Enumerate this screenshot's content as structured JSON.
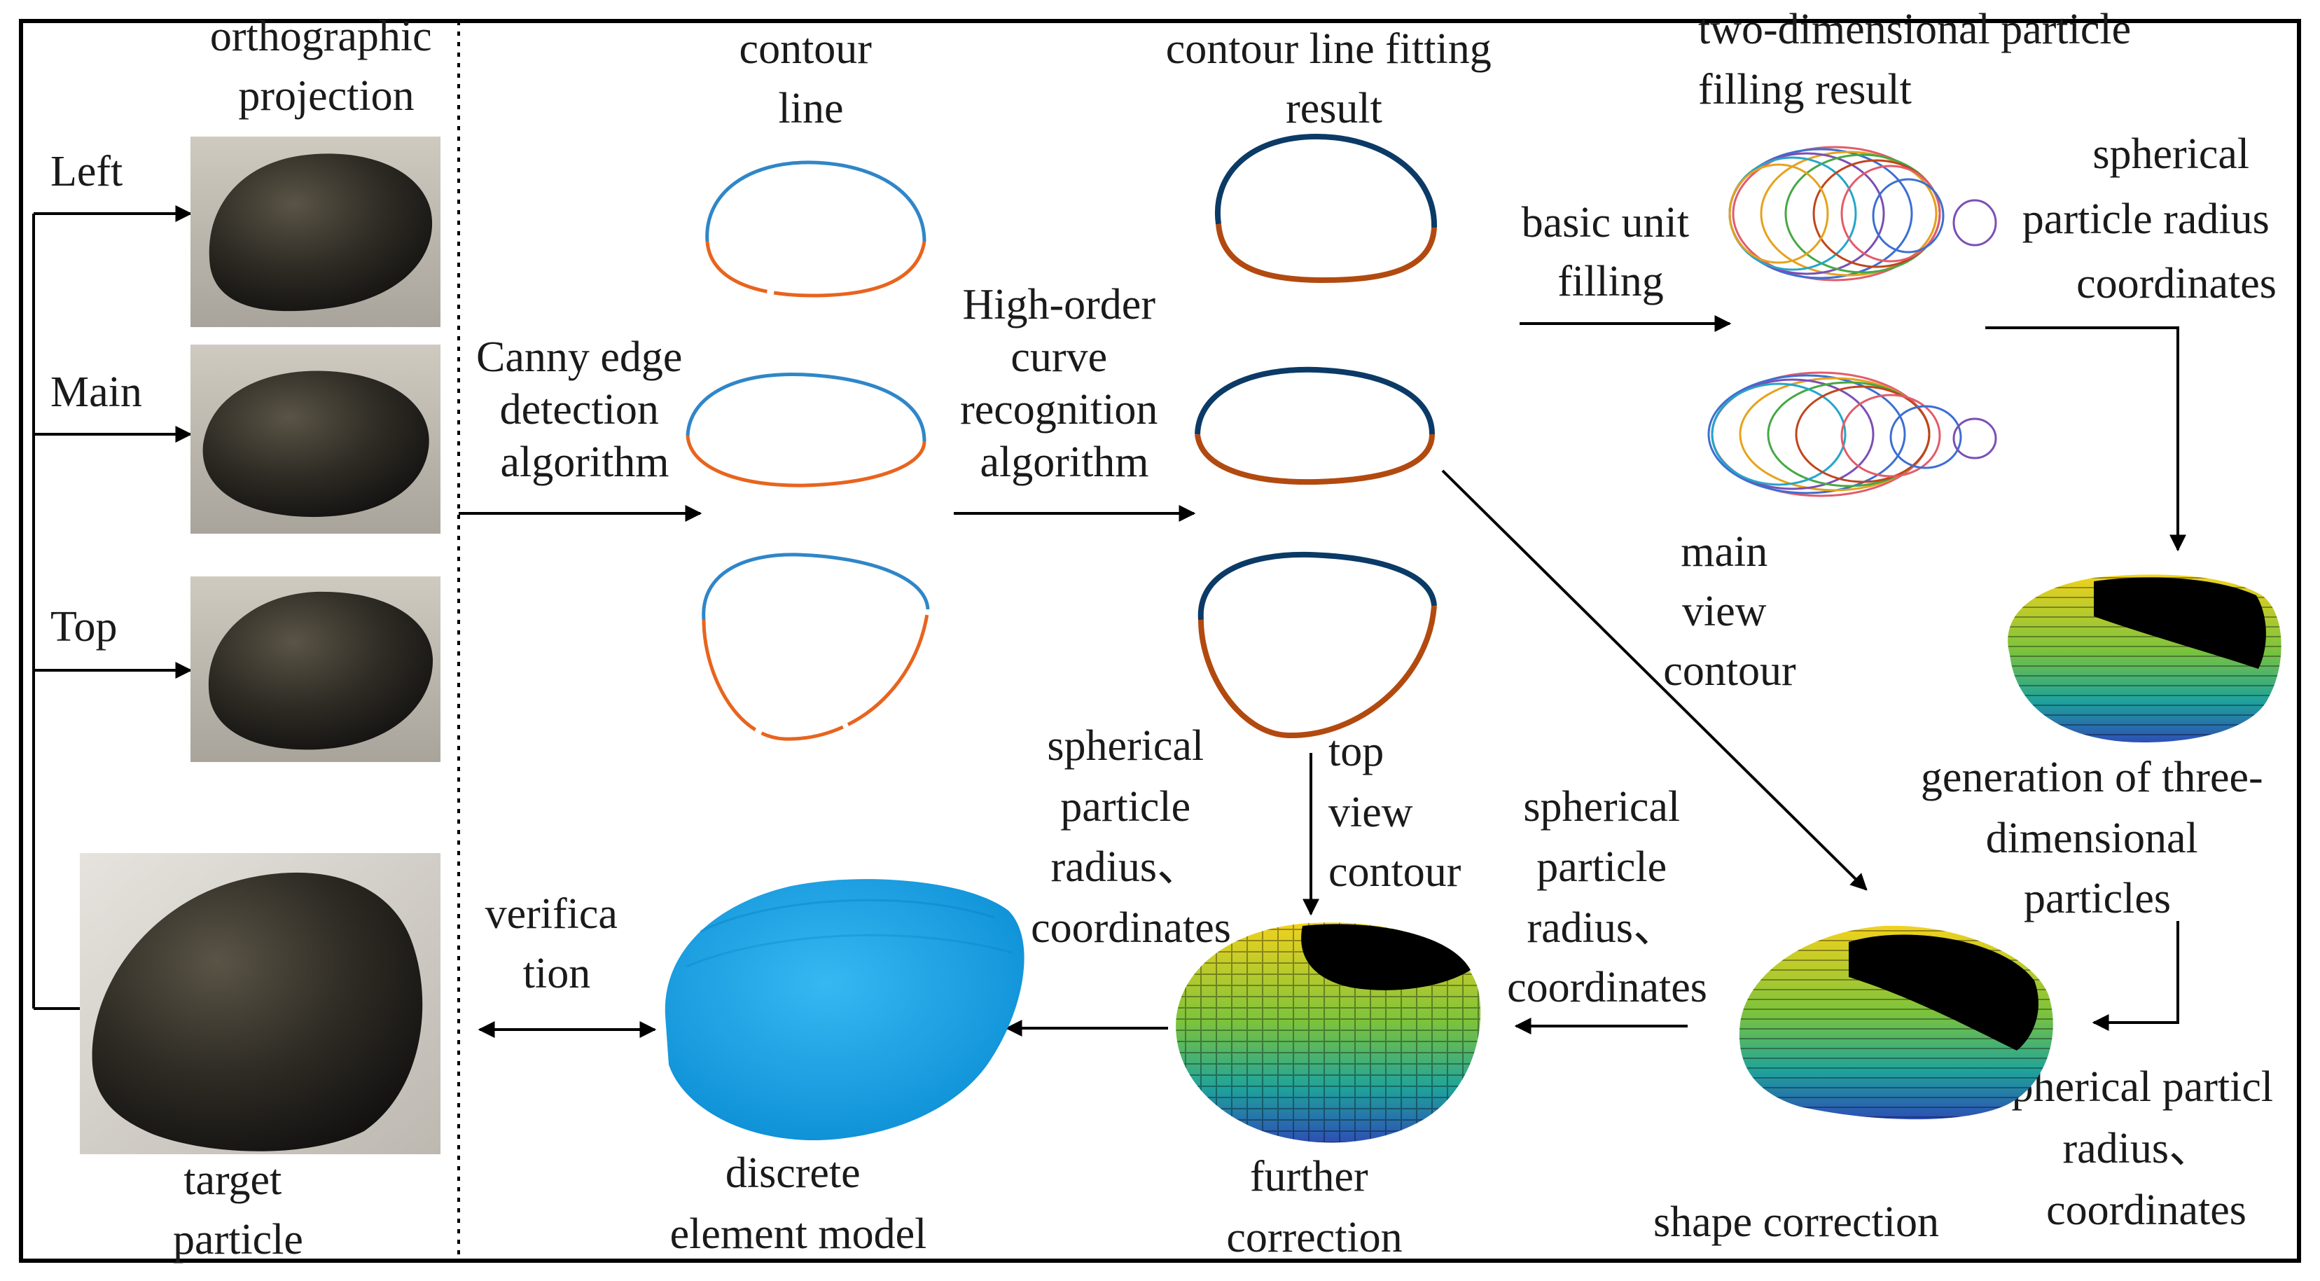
{
  "photo_panel": {
    "orthographic_lines": [
      "orthographic",
      "projection"
    ],
    "view_labels": {
      "left": "Left",
      "main": "Main",
      "top": "Top"
    },
    "target_lines": [
      "target",
      "particle"
    ]
  },
  "contour_column": {
    "title_lines": [
      "contour",
      "line"
    ]
  },
  "fitting_column": {
    "title_lines": [
      "contour line fitting",
      "result"
    ]
  },
  "filling_column": {
    "title_lines": [
      "two-dimensional particle",
      "filling result"
    ],
    "main_view_lines": [
      "main",
      "view",
      "contour"
    ]
  },
  "step_labels": {
    "canny": [
      "Canny edge",
      "detection",
      "algorithm"
    ],
    "high_order": [
      "High-order",
      "curve",
      "recognition",
      "algorithm"
    ],
    "basic_unit": [
      "basic unit",
      "filling"
    ],
    "radius_coords_1": [
      "spherical",
      "particle radius",
      "coordinates"
    ],
    "generation": [
      "generation of three-",
      "dimensional",
      "particles"
    ],
    "radius_coords_2": [
      "spherical particl",
      "radius、",
      "coordinates"
    ],
    "shape_correction": "shape correction",
    "radius_coords_3": [
      "spherical",
      "particle",
      "radius、",
      "coordinates"
    ],
    "further_correction": [
      "further",
      "correction"
    ],
    "top_view": [
      "top",
      "view",
      "contour"
    ],
    "radius_coords_4": [
      "spherical",
      "particle",
      "radius、",
      "coordinates"
    ],
    "dem": [
      "discrete",
      "element model"
    ],
    "verification": [
      "verifica",
      "tion"
    ]
  },
  "colors": {
    "contour_upper": "#2f86c8",
    "contour_lower": "#e8641e",
    "fit_upper": "#0b3a66",
    "fit_lower": "#b24a10",
    "stone": "#2d2a23",
    "dem_blue": "#1aa3e8"
  }
}
